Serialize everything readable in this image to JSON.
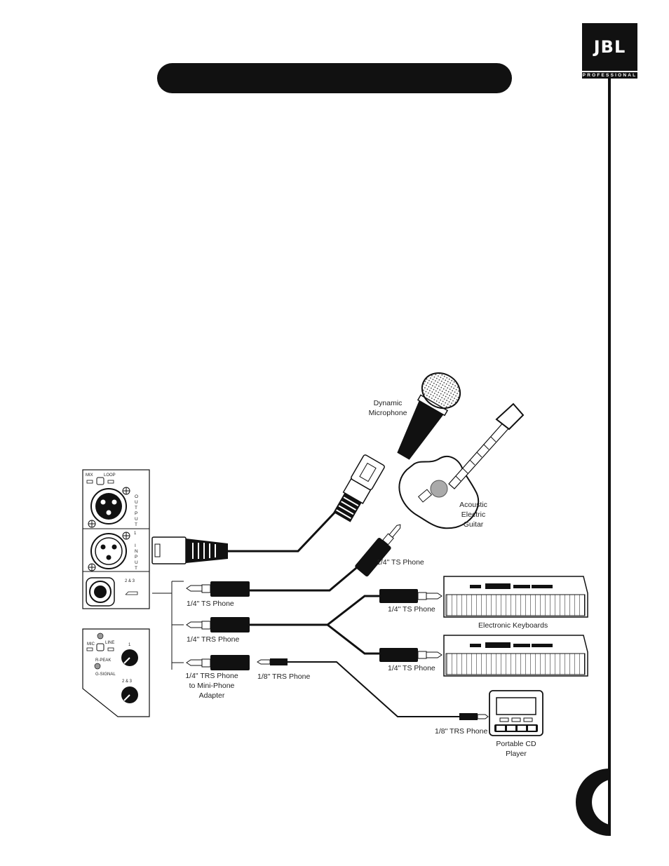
{
  "brand": {
    "logo_text": "JBL",
    "logo_sub": "PROFESSIONAL"
  },
  "panel": {
    "mix": "MIX",
    "loop": "LOOP",
    "output": "OUTPUT",
    "input": "INPUT",
    "ch1": "1",
    "ch23": "2 & 3",
    "mic": "MIC",
    "line": "LINE",
    "rpeak": "R-PEAK",
    "gsignal": "G-SIGNAL",
    "knob1": "1",
    "knob23": "2 & 3"
  },
  "labels": {
    "dynamic_microphone": "Dynamic Microphone",
    "acoustic_guitar": "Acoustic Electric Guitar",
    "ts_phone_guitar": "1/4\" TS Phone",
    "ts_phone_left": "1/4\" TS Phone",
    "trs_phone_left": "1/4\" TRS Phone",
    "trs_adapter": "1/4\" TRS Phone to Mini-Phone Adapter",
    "eighth_trs_mid": "1/8\" TRS Phone",
    "ts_phone_kb1": "1/4\" TS Phone",
    "ts_phone_kb2": "1/4\" TS Phone",
    "electronic_keyboards": "Electronic Keyboards",
    "eighth_trs_cd": "1/8\" TRS Phone",
    "portable_cd": "Portable CD Player"
  }
}
